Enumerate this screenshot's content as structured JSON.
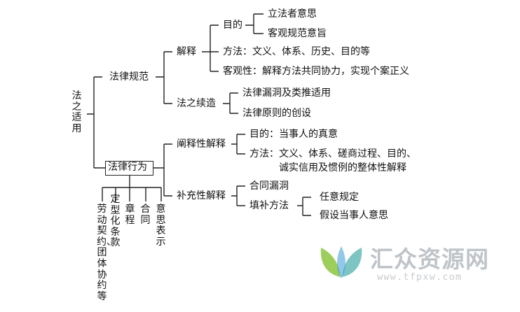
{
  "root": "法之适用",
  "branch1": {
    "label": "法律规范",
    "jieshi": {
      "label": "解释",
      "mudi": {
        "label": "目的",
        "children": [
          "立法者意思",
          "客观规范意旨"
        ]
      },
      "fangfa": "方法：文义、体系、历史、目的等",
      "keguanxing": "客观性：解释方法共同协力，实现个案正义"
    },
    "xuzao": {
      "label": "法之续造",
      "children": [
        "法律漏洞及类推适用",
        "法律原则的创设"
      ]
    }
  },
  "branch2": {
    "label": "法律行为",
    "chanshi": {
      "label": "阐释性解释",
      "mudi": "目的：当事人的真意",
      "fangfa_line1": "方法：文义、体系、磋商过程、目的、",
      "fangfa_line2": "诚实信用及惯例的整体性解释"
    },
    "buchong": {
      "label": "补充性解释",
      "hetong_loudong": "合同漏洞",
      "tianbu": {
        "label": "填补方法",
        "children": [
          "任意规定",
          "假设当事人意思"
        ]
      }
    },
    "vertical_items": [
      "意思表示",
      "合同",
      "章程",
      "定型化条款",
      "劳动契约、团体协约等"
    ]
  },
  "watermark": {
    "text": "汇众资源网",
    "url": "www.tfpxw.com",
    "colors": {
      "leaf_green": "#8cc63f",
      "leaf_teal": "#5bb7b3",
      "leaf_blue": "#3a9ad9",
      "text_gray": "#bfc4c9"
    }
  }
}
